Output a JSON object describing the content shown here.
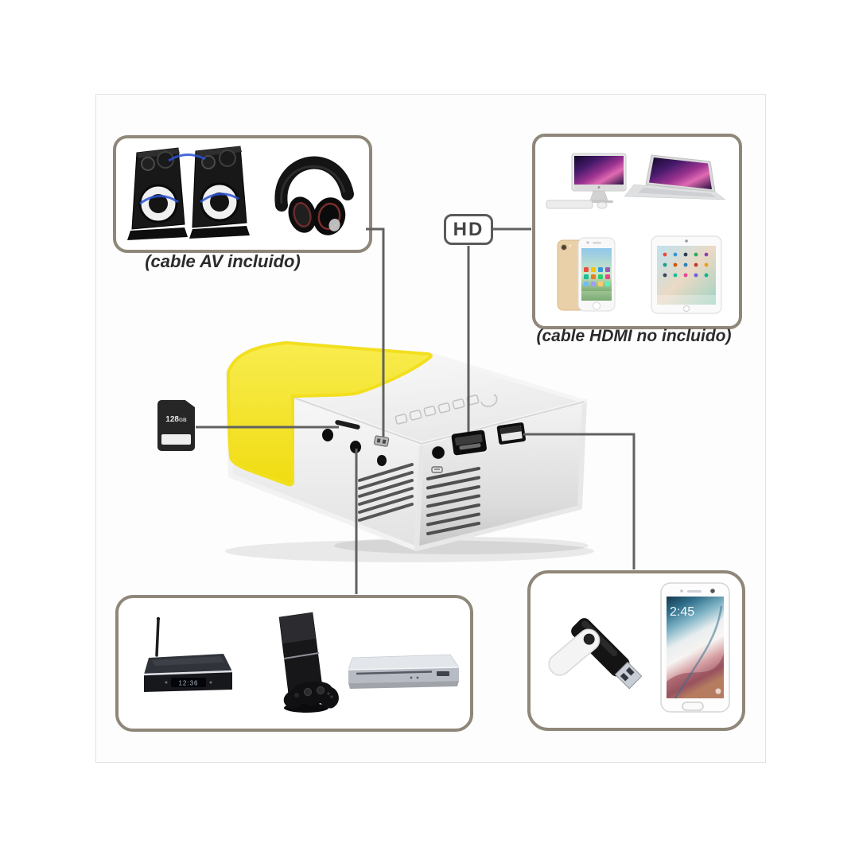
{
  "colors": {
    "page_background": "#ffffff",
    "photo_background": "#fdfdfd",
    "callout_border": "#8f8779",
    "connector_line": "#616161",
    "projector_yellow": "#f2e02a",
    "caption_text": "#2b2b2b",
    "hd_badge_border": "#5a5a5a"
  },
  "hd_badge": {
    "label": "HD"
  },
  "sd_card": {
    "capacity": "128",
    "unit": "GB",
    "icon": "sd-card-icon"
  },
  "callouts": {
    "av": {
      "caption": "(cable AV incluido)",
      "icons": [
        "speaker-icon",
        "speaker-icon",
        "headphones-icon"
      ]
    },
    "hdmi": {
      "caption": "(cable HDMI no incluido)",
      "icons": [
        "imac-icon",
        "macbook-icon",
        "iphone-icon",
        "ipad-icon"
      ]
    },
    "sources": {
      "icons": [
        "tv-box-icon",
        "game-console-icon",
        "gamepad-icon",
        "dvd-player-icon"
      ],
      "tv_box_display": "12:36"
    },
    "media": {
      "icons": [
        "usb-flash-drive-icon",
        "smartphone-icon"
      ],
      "phone_time": "2:45"
    }
  }
}
